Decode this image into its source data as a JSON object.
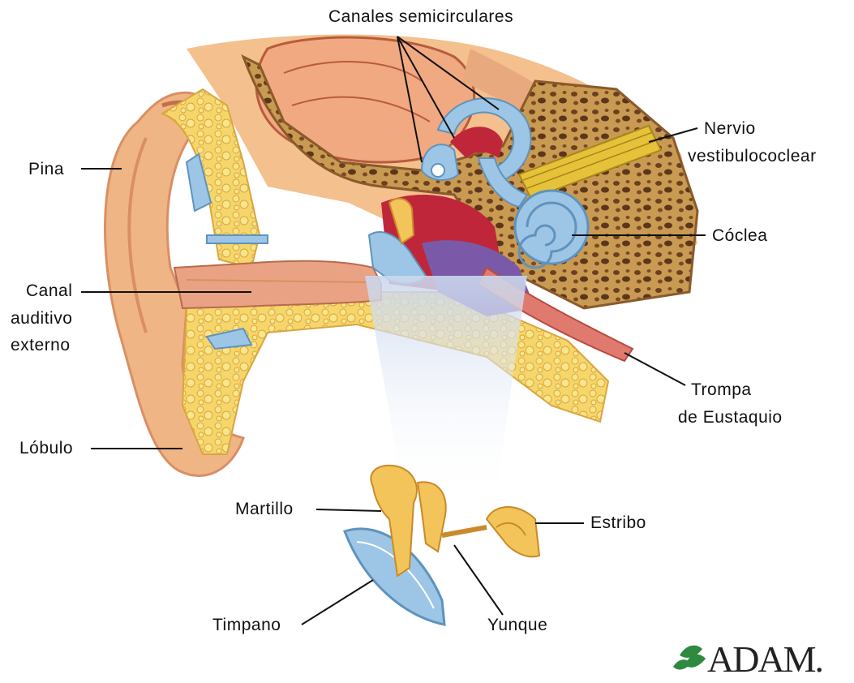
{
  "labels": {
    "canales": "Canales semicirculares",
    "nervio_1": "Nervio",
    "nervio_2": "vestibulococlear",
    "pina": "Pina",
    "coclea": "Cóclea",
    "canal_1": "Canal",
    "canal_2": "auditivo",
    "canal_3": "externo",
    "trompa_1": "Trompa",
    "trompa_2": "de Eustaquio",
    "lobulo": "Lóbulo",
    "martillo": "Martillo",
    "estribo": "Estribo",
    "timpano": "Timpano",
    "yunque": "Yunque"
  },
  "logo": {
    "text": "ADAM."
  },
  "colors": {
    "bone": "#f2c45a",
    "bone_dark": "#c98a2a",
    "skin": "#f0b585",
    "skin_dark": "#d98f66",
    "inner_ear": "#9dc6e6",
    "inner_ear_dark": "#5f93bd",
    "nerve": "#e6c23a",
    "red": "#c0263a",
    "purple": "#7a5aa8",
    "logo_green": "#2d8a3e"
  }
}
